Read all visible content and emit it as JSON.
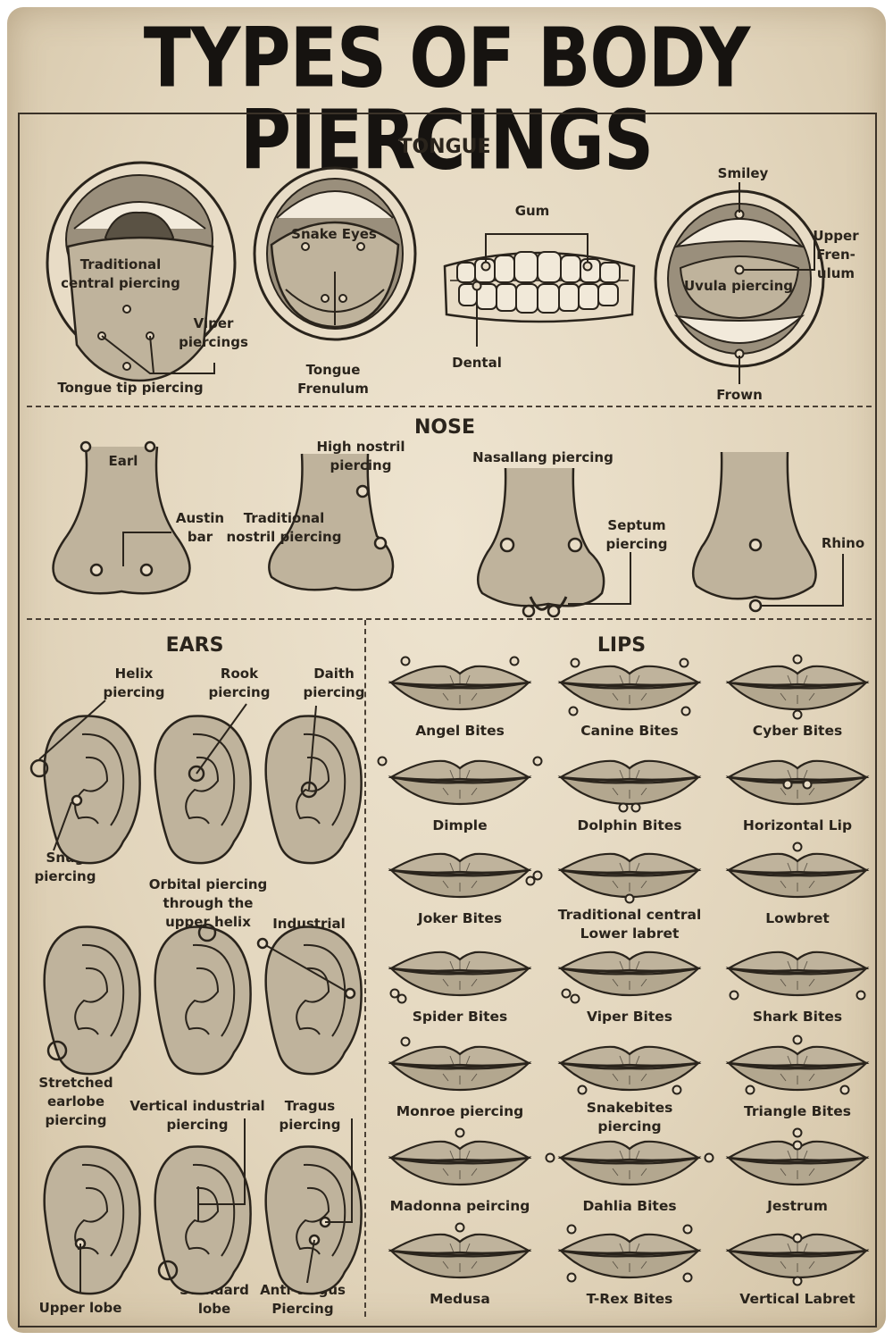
{
  "title": "TYPES OF BODY PIERCINGS",
  "sections": {
    "tongue": {
      "heading": "TONGUE",
      "labels": {
        "traditional": "Traditional\ncentral piercing",
        "viper": "Viper\npiercings",
        "tongue_tip": "Tongue tip piercing",
        "snake_eyes": "Snake Eyes",
        "frenulum": "Tongue\nFrenulum",
        "gum": "Gum",
        "dental": "Dental",
        "smiley": "Smiley",
        "upper_frenulum": "Upper\nFren-\nulum",
        "uvula": "Uvula piercing",
        "frown": "Frown"
      }
    },
    "nose": {
      "heading": "NOSE",
      "labels": {
        "earl": "Earl",
        "austin_bar": "Austin\nbar",
        "high_nostril": "High nostril\npiercing",
        "traditional_nostril": "Traditional\nnostril piercing",
        "nasallang": "Nasallang piercing",
        "septum": "Septum\npiercing",
        "rhino": "Rhino"
      }
    },
    "ears": {
      "heading": "EARS",
      "labels": {
        "helix": "Helix\npiercing",
        "rook": "Rook\npiercing",
        "daith": "Daith\npiercing",
        "snug": "Snug\npiercing",
        "orbital": "Orbital piercing\nthrough the\nupper helix",
        "industrial": "Industrial",
        "stretched": "Stretched\nearlobe\npiercing",
        "vertical_industrial": "Vertical industrial\npiercing",
        "tragus": "Tragus\npiercing",
        "upper_lobe": "Upper lobe",
        "standard_lobe": "Standard\nlobe",
        "anti_tragus": "Anti-tragus\nPiercing"
      }
    },
    "lips": {
      "heading": "LIPS",
      "items": [
        "Angel Bites",
        "Canine Bites",
        "Cyber Bites",
        "Dimple",
        "Dolphin Bites",
        "Horizontal Lip",
        "Joker Bites",
        "Traditional central\nLower labret",
        "Lowbret",
        "Spider Bites",
        "Viper Bites",
        "Shark Bites",
        "Monroe piercing",
        "Snakebites\npiercing",
        "Triangle Bites",
        "Madonna peircing",
        "Dahlia Bites",
        "Jestrum",
        "Medusa",
        "T-Rex Bites",
        "Vertical Labret"
      ]
    }
  },
  "colors": {
    "background": "#e6dac3",
    "ink": "#2a241c",
    "fill": "#b8ad97"
  }
}
